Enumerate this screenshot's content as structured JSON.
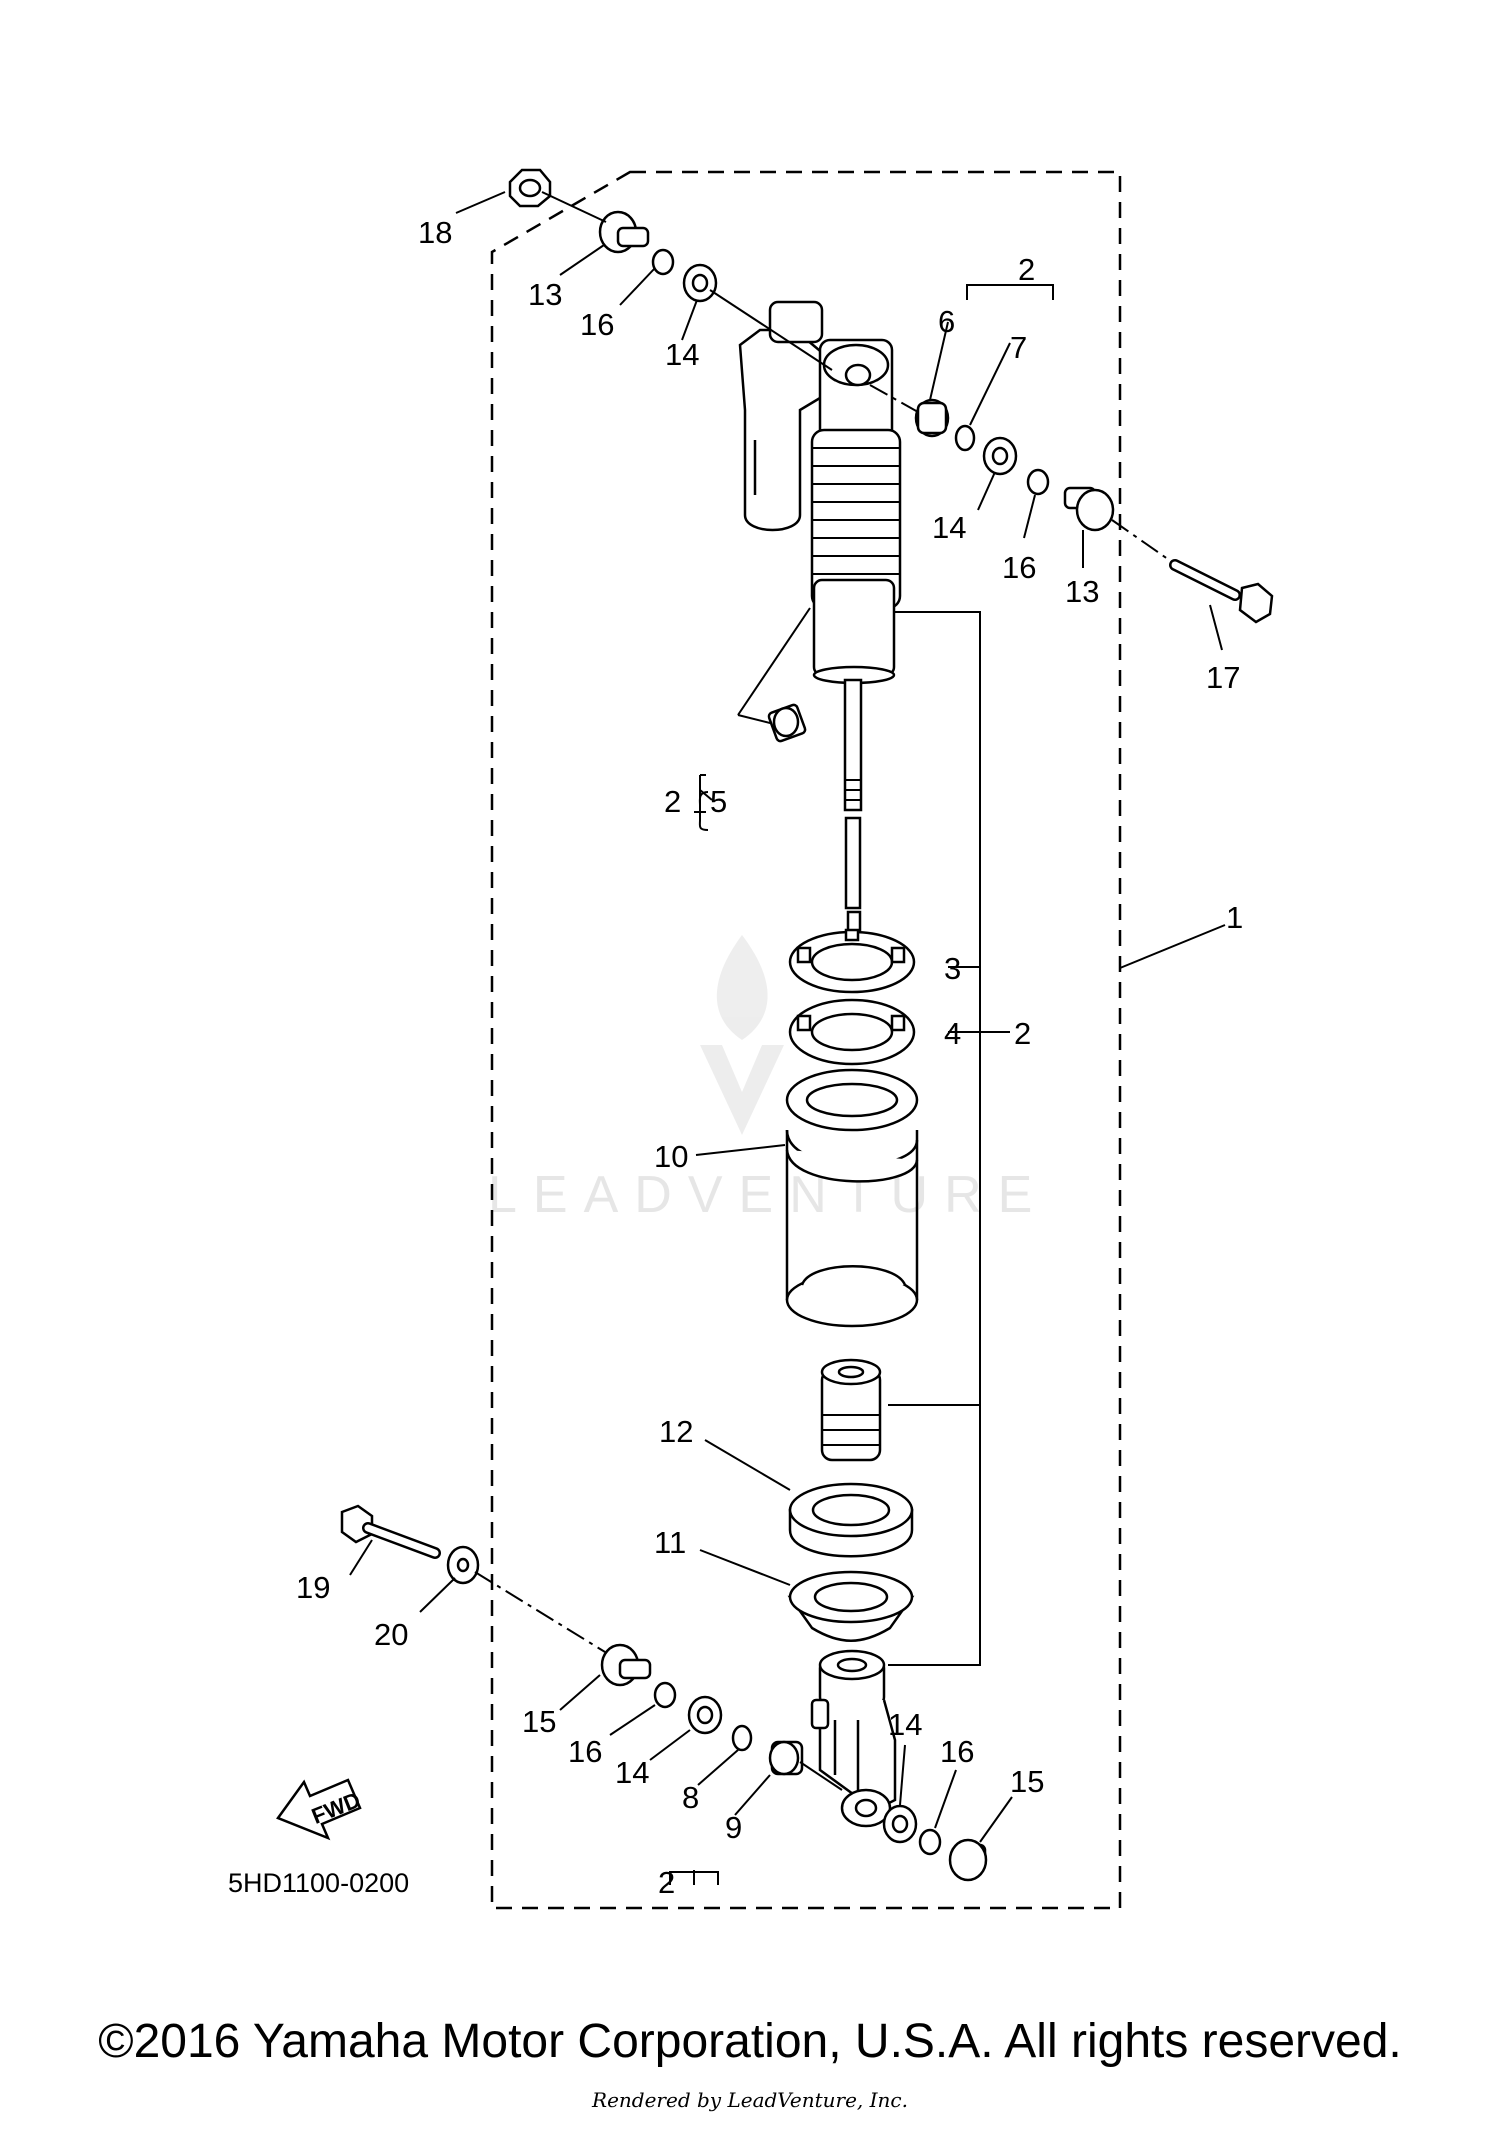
{
  "diagram": {
    "code": "5HD1100-0200",
    "fwd_label": "FWD",
    "watermark": "LEADVENTURE",
    "callouts": {
      "c1": "1",
      "c2_top": "2",
      "c2_mid": "2",
      "c2_left": "2",
      "c2_bottom": "2",
      "c3": "3",
      "c4": "4",
      "c5": "5",
      "c6": "6",
      "c7": "7",
      "c8": "8",
      "c9": "9",
      "c10": "10",
      "c11": "11",
      "c12": "12",
      "c13_left": "13",
      "c13_right": "13",
      "c14_a": "14",
      "c14_b": "14",
      "c14_c": "14",
      "c14_d": "14",
      "c15_left": "15",
      "c15_right": "15",
      "c16_a": "16",
      "c16_b": "16",
      "c16_c": "16",
      "c16_d": "16",
      "c17": "17",
      "c18": "18",
      "c19": "19",
      "c20": "20"
    }
  },
  "footer": {
    "copyright": "©2016 Yamaha Motor Corporation, U.S.A. All rights reserved.",
    "rendered_by": "Rendered by LeadVenture, Inc."
  }
}
